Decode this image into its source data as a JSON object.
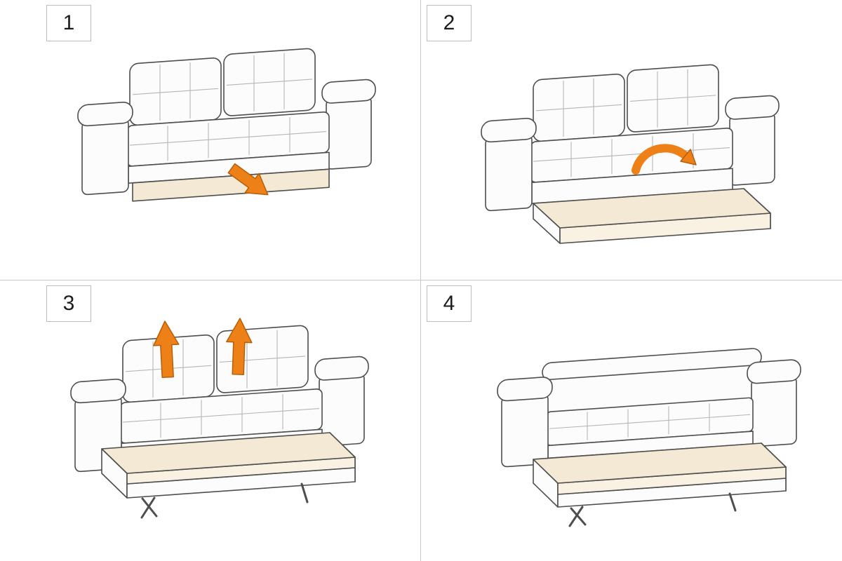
{
  "steps": [
    {
      "number": "1",
      "icon": "pull-out-arrow-icon"
    },
    {
      "number": "2",
      "icon": "flip-over-arrow-icon"
    },
    {
      "number": "3",
      "icon": "lift-up-arrows-icon"
    },
    {
      "number": "4",
      "icon": ""
    }
  ],
  "colors": {
    "arrow": "#ee8018",
    "arrow_dark": "#b55f0a",
    "outline": "#4e4e4e",
    "sofa": "#fcfcfc",
    "mattress": "#f3e9d4",
    "mattress_light": "#f9f2e2",
    "tuft": "#b5b5b5",
    "divider": "#c9c9c9",
    "step_text": "#1c1c1c",
    "box_border": "#bdbdbd"
  }
}
